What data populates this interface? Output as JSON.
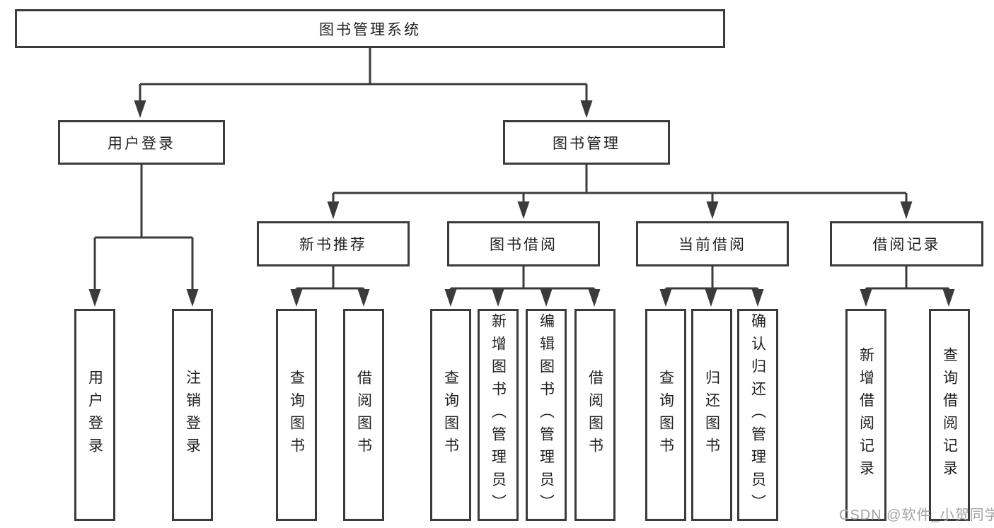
{
  "diagram": {
    "root": {
      "label": "图书管理系统"
    },
    "level2": [
      {
        "label": "用户登录"
      },
      {
        "label": "图书管理"
      }
    ],
    "level3": [
      {
        "label": "新书推荐"
      },
      {
        "label": "图书借阅"
      },
      {
        "label": "当前借阅"
      },
      {
        "label": "借阅记录"
      }
    ],
    "leaves": {
      "user_login": [
        "用户登录",
        "注销登录"
      ],
      "new_book": [
        "查询图书",
        "借阅图书"
      ],
      "book_borrow": [
        "查询图书",
        "新增图书（管理员）",
        "编辑图书（管理员）",
        "借阅图书"
      ],
      "current_borrow": [
        "查询图书",
        "归还图书",
        "确认归还（管理员）"
      ],
      "borrow_record": [
        "新增借阅记录",
        "查询借阅记录"
      ]
    }
  },
  "watermark": {
    "text": "CSDN @软件_小贺同学"
  },
  "colors": {
    "line": "#3b3b3b",
    "border": "#3b3b3b",
    "text": "#1f1f1f",
    "watermark": "#a3a3a3",
    "background": "#ffffff"
  }
}
